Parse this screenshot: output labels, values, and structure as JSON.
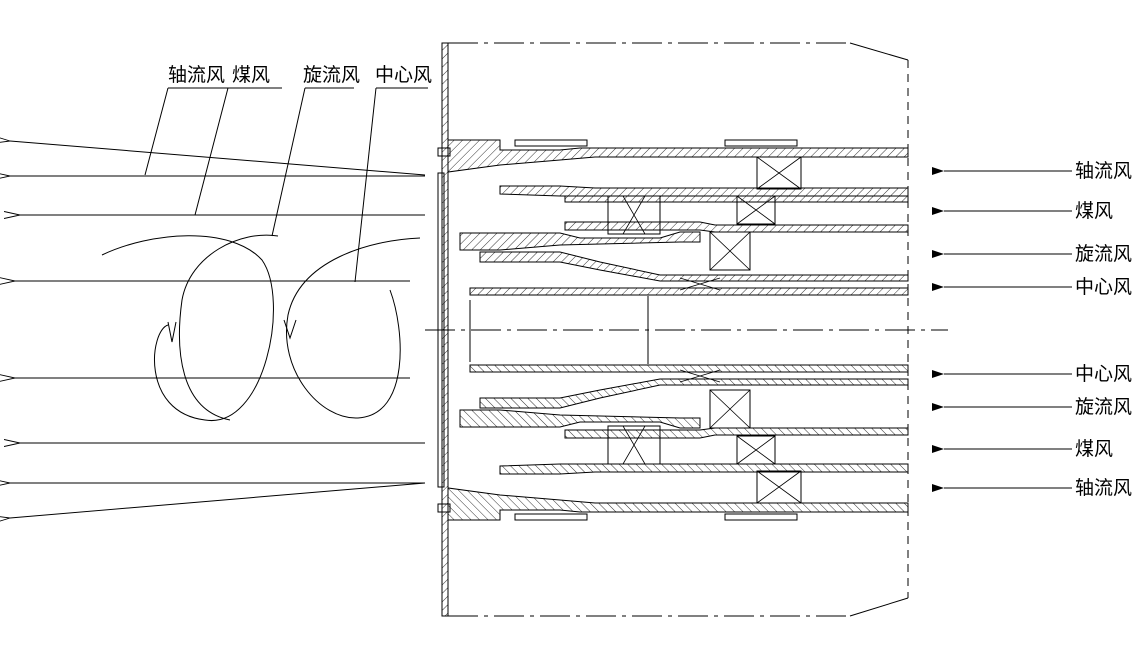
{
  "top_labels": {
    "axial": "轴流风",
    "coal": "煤风",
    "swirl": "旋流风",
    "center": "中心风"
  },
  "right_labels": [
    "轴流风",
    "煤风",
    "旋流风",
    "中心风",
    "中心风",
    "旋流风",
    "煤风",
    "轴流风"
  ]
}
